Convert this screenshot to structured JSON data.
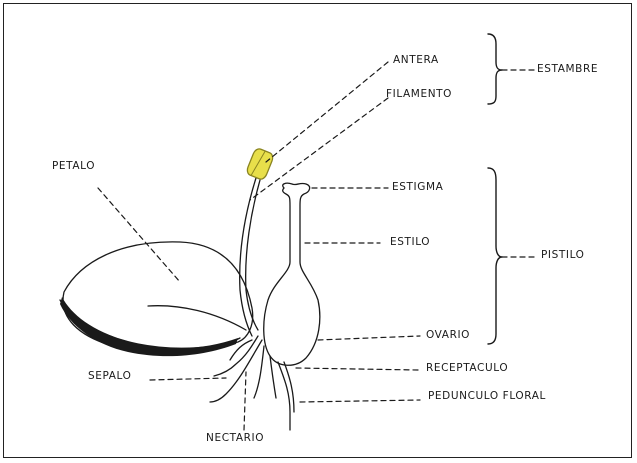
{
  "diagram": {
    "labels": {
      "antera": "ANTERA",
      "filamento": "FILAMENTO",
      "estambre": "ESTAMBRE",
      "petalo": "PETALO",
      "estigma": "ESTIGMA",
      "estilo": "ESTILO",
      "pistilo": "PISTILO",
      "ovario": "OVARIO",
      "sepalo": "SEPALO",
      "receptaculo": "RECEPTACULO",
      "pedunculo": "PEDUNCULO FLORAL",
      "nectario": "NECTARIO"
    },
    "colors": {
      "ink": "#1a1a1a",
      "anther": "#e8df4a",
      "anther_outline": "#8a8420"
    }
  }
}
